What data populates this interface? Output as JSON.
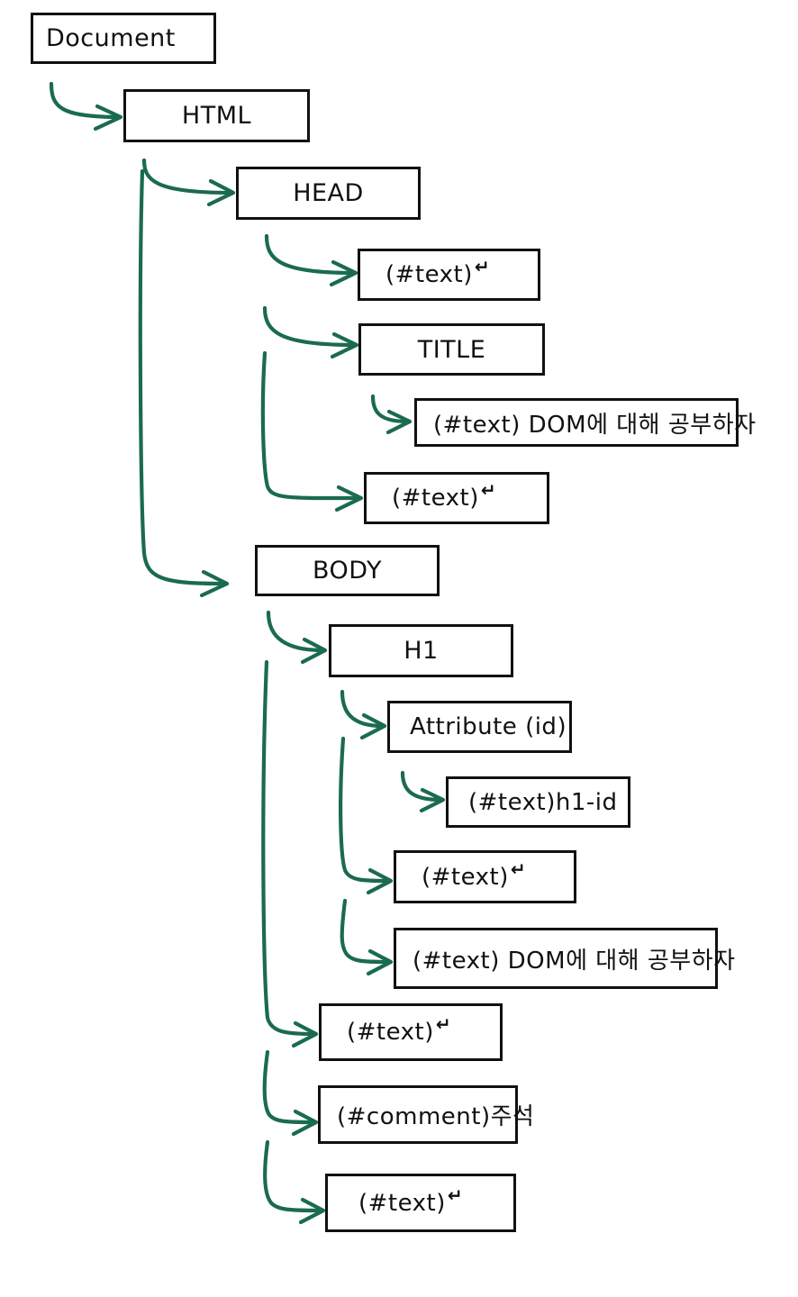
{
  "diagram": {
    "title": "DOM tree diagram",
    "colors": {
      "box_border": "#111111",
      "arrow": "#1b6b4e",
      "background": "#ffffff",
      "text": "#111111"
    },
    "enter_glyph": "↵"
  },
  "nodes": [
    {
      "id": "document",
      "label": "Document",
      "depth": 0
    },
    {
      "id": "html",
      "label": "HTML",
      "depth": 1
    },
    {
      "id": "head",
      "label": "HEAD",
      "depth": 2
    },
    {
      "id": "head-text-1",
      "label": "(#text)",
      "depth": 3,
      "has_enter": true
    },
    {
      "id": "title",
      "label": "TITLE",
      "depth": 3
    },
    {
      "id": "title-text",
      "label": "(#text) DOM에 대해 공부하자",
      "depth": 4
    },
    {
      "id": "head-text-2",
      "label": "(#text)",
      "depth": 3,
      "has_enter": true
    },
    {
      "id": "body",
      "label": "BODY",
      "depth": 2
    },
    {
      "id": "h1",
      "label": "H1",
      "depth": 3
    },
    {
      "id": "attribute-id",
      "label": "Attribute (id)",
      "depth": 4
    },
    {
      "id": "attribute-text",
      "label": "(#text)h1-id",
      "depth": 5
    },
    {
      "id": "h1-text-1",
      "label": "(#text)",
      "depth": 4,
      "has_enter": true
    },
    {
      "id": "h1-text-2",
      "label": "(#text) DOM에 대해 공부하자",
      "depth": 4
    },
    {
      "id": "body-text-1",
      "label": "(#text)",
      "depth": 3,
      "has_enter": true
    },
    {
      "id": "body-comment",
      "label": "(#comment)주석",
      "depth": 3
    },
    {
      "id": "body-text-2",
      "label": "(#text)",
      "depth": 3,
      "has_enter": true
    }
  ],
  "edges": [
    {
      "from": "document",
      "to": "html"
    },
    {
      "from": "html",
      "to": "head"
    },
    {
      "from": "html",
      "to": "body"
    },
    {
      "from": "head",
      "to": "head-text-1"
    },
    {
      "from": "head",
      "to": "title"
    },
    {
      "from": "head",
      "to": "head-text-2"
    },
    {
      "from": "title",
      "to": "title-text"
    },
    {
      "from": "body",
      "to": "h1"
    },
    {
      "from": "body",
      "to": "body-text-1"
    },
    {
      "from": "body",
      "to": "body-comment"
    },
    {
      "from": "body",
      "to": "body-text-2"
    },
    {
      "from": "h1",
      "to": "attribute-id"
    },
    {
      "from": "h1",
      "to": "h1-text-1"
    },
    {
      "from": "h1",
      "to": "h1-text-2"
    },
    {
      "from": "attribute-id",
      "to": "attribute-text"
    }
  ]
}
